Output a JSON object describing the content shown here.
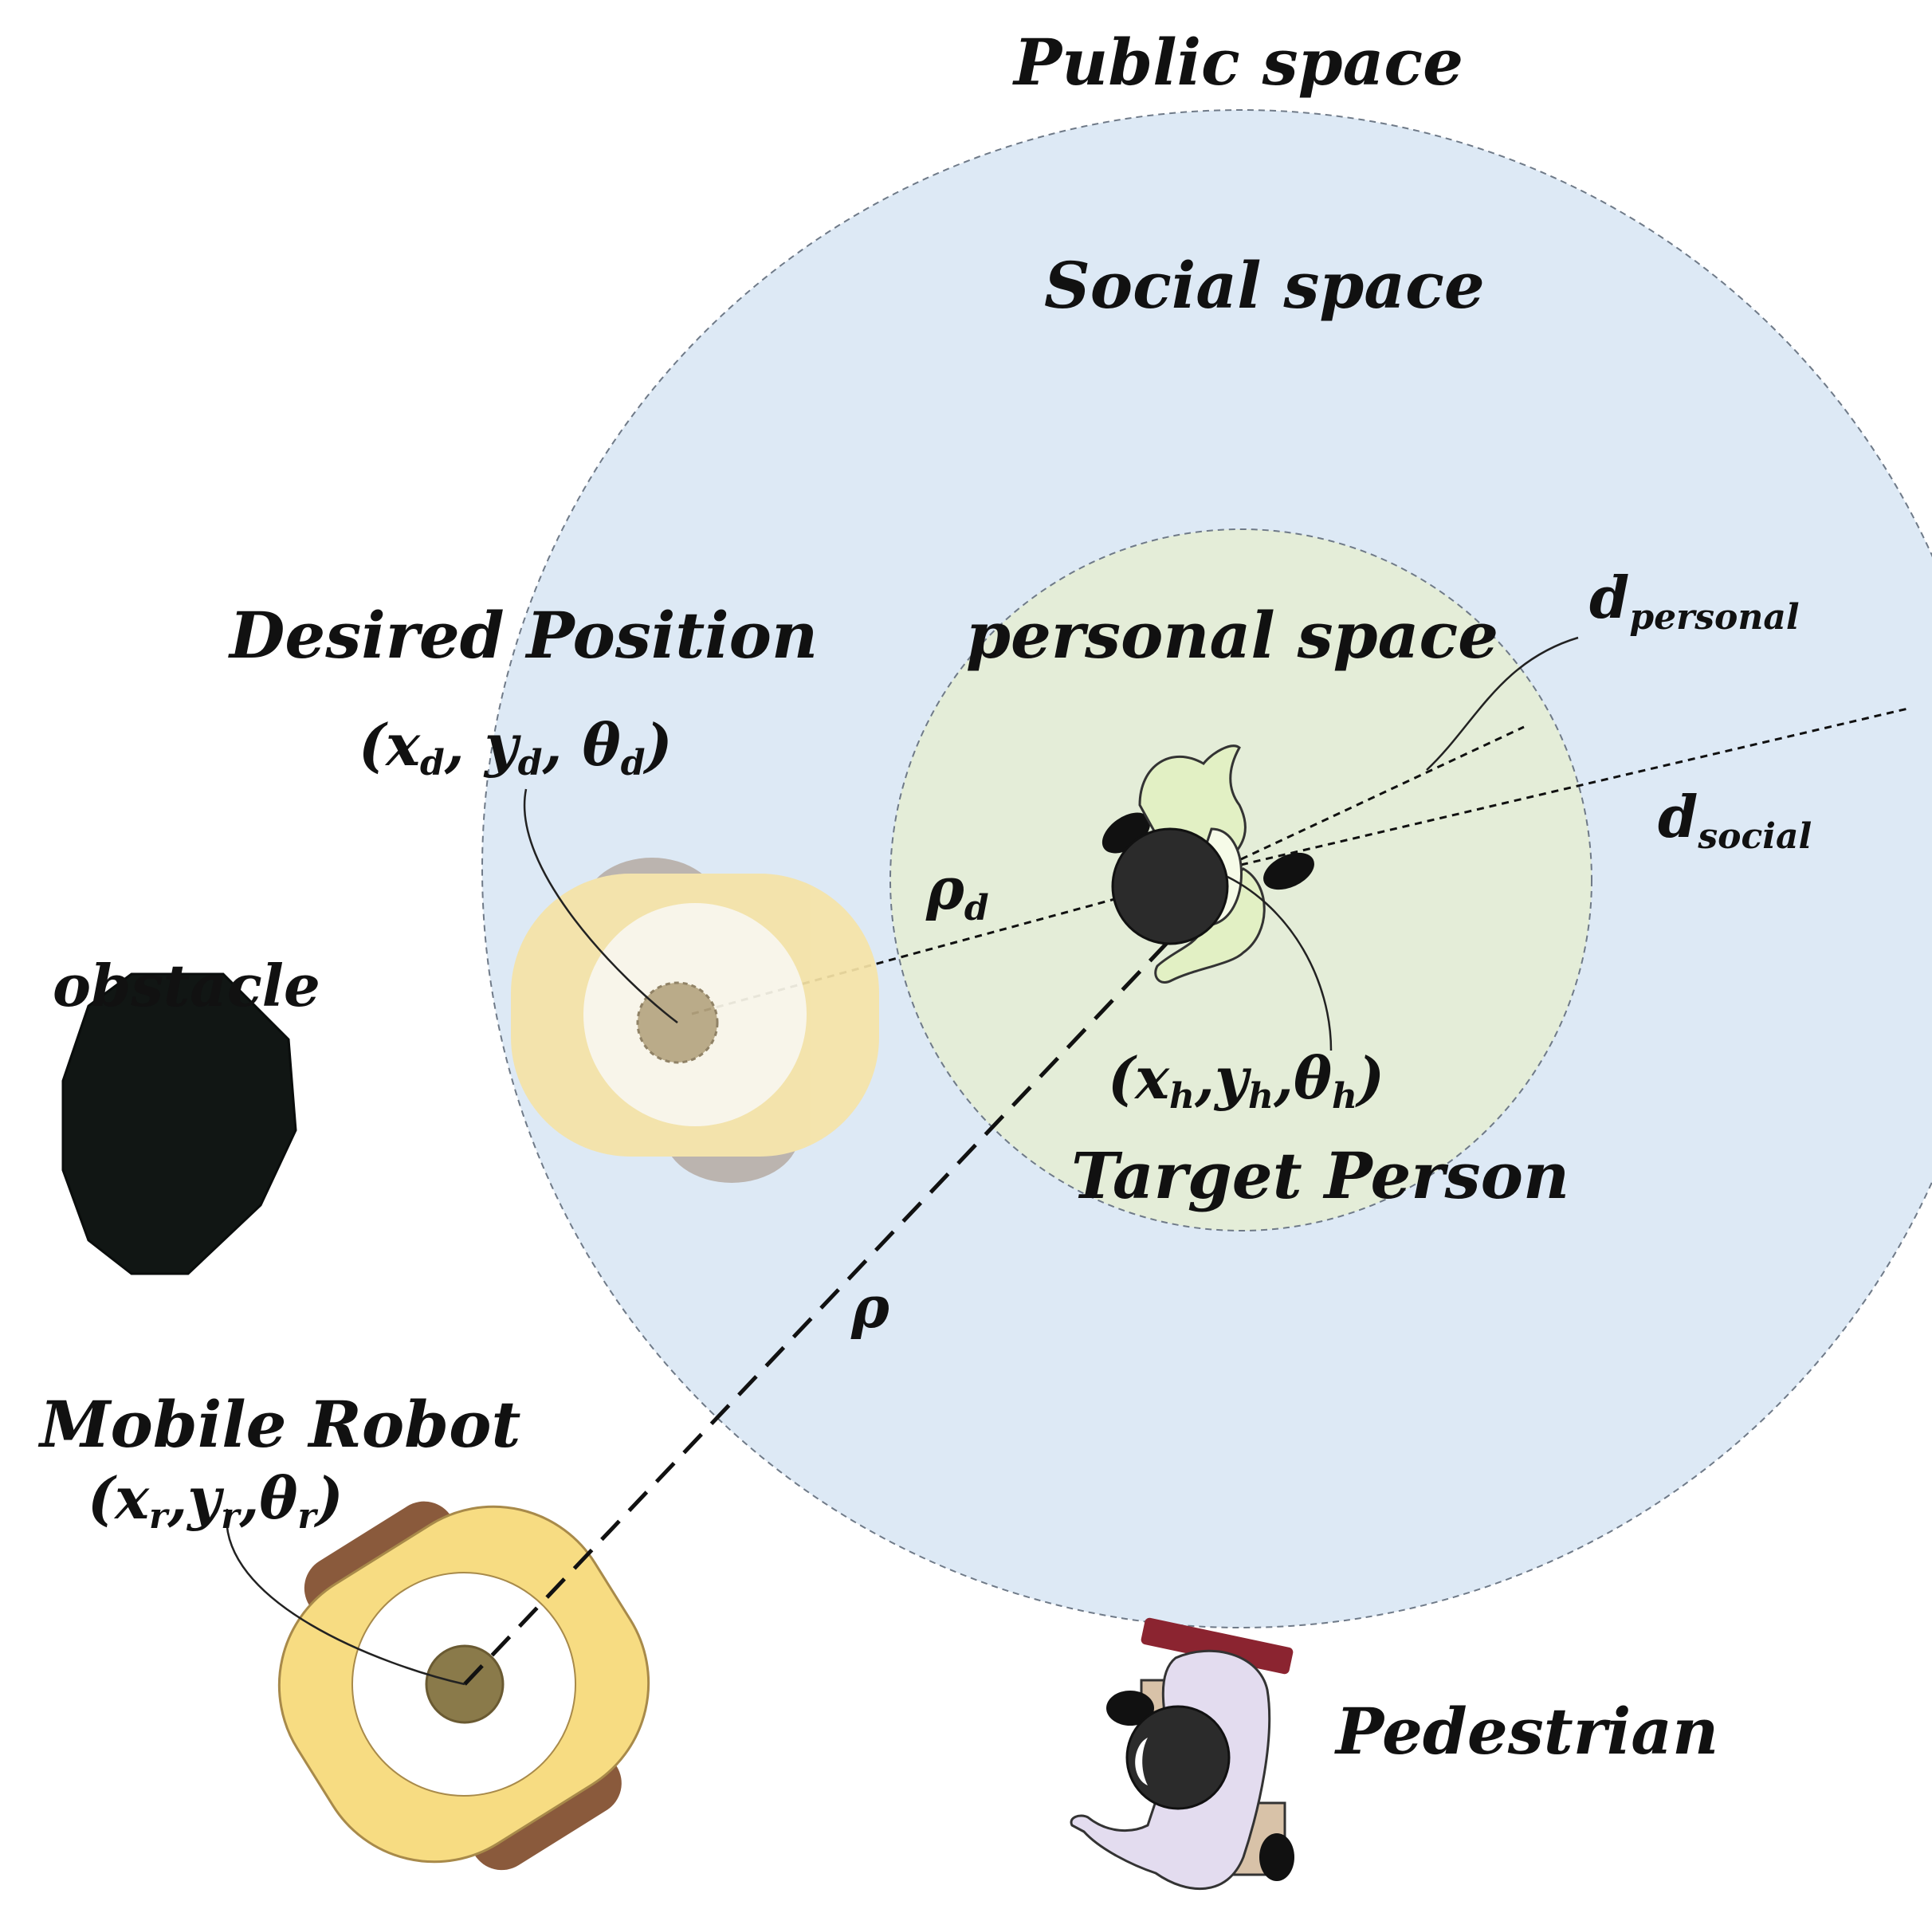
{
  "zones": {
    "public": "Public space",
    "social": "Social space",
    "personal": "personal space"
  },
  "distances": {
    "d_personal": {
      "base": "d",
      "subscript": "personal"
    },
    "d_social": {
      "base": "d",
      "subscript": "social"
    },
    "rho_d": {
      "base": "ρ",
      "subscript": "d"
    },
    "rho": "ρ"
  },
  "desired_position": {
    "title": "Desired Position",
    "pose": {
      "open": "(",
      "x": "x",
      "xs": "d",
      "y": "y",
      "ys": "d",
      "t": "θ",
      "ts": "d",
      "close": ")",
      "sep": ", "
    }
  },
  "target_person": {
    "title": "Target Person",
    "pose": {
      "open": "(",
      "x": "x",
      "xs": "h",
      "y": "y",
      "ys": "h",
      "t": "θ",
      "ts": "h",
      "close": ")",
      "sep": ","
    }
  },
  "mobile_robot": {
    "title": "Mobile Robot",
    "pose": {
      "open": "(",
      "x": "x",
      "xs": "r",
      "y": "y",
      "ys": "r",
      "t": "θ",
      "ts": "r",
      "close": ")",
      "sep": ","
    }
  },
  "obstacle": {
    "title": "obstacle"
  },
  "pedestrian": {
    "title": "Pedestrian"
  },
  "colors": {
    "social_fill": "#dde9f5",
    "personal_fill": "#e4edd8",
    "robot_body": "#f7dc82",
    "robot_wheel": "#8a5a3c",
    "robot_core": "#8a7a4a",
    "ghost_body": "#f5e3a6",
    "ghost_wheel": "#b9b0aa",
    "person_shirt": "#e2f0c4",
    "pedestrian_shirt": "#e3dcef",
    "pedestrian_board": "#8b2430",
    "obstacle": "#111614"
  }
}
